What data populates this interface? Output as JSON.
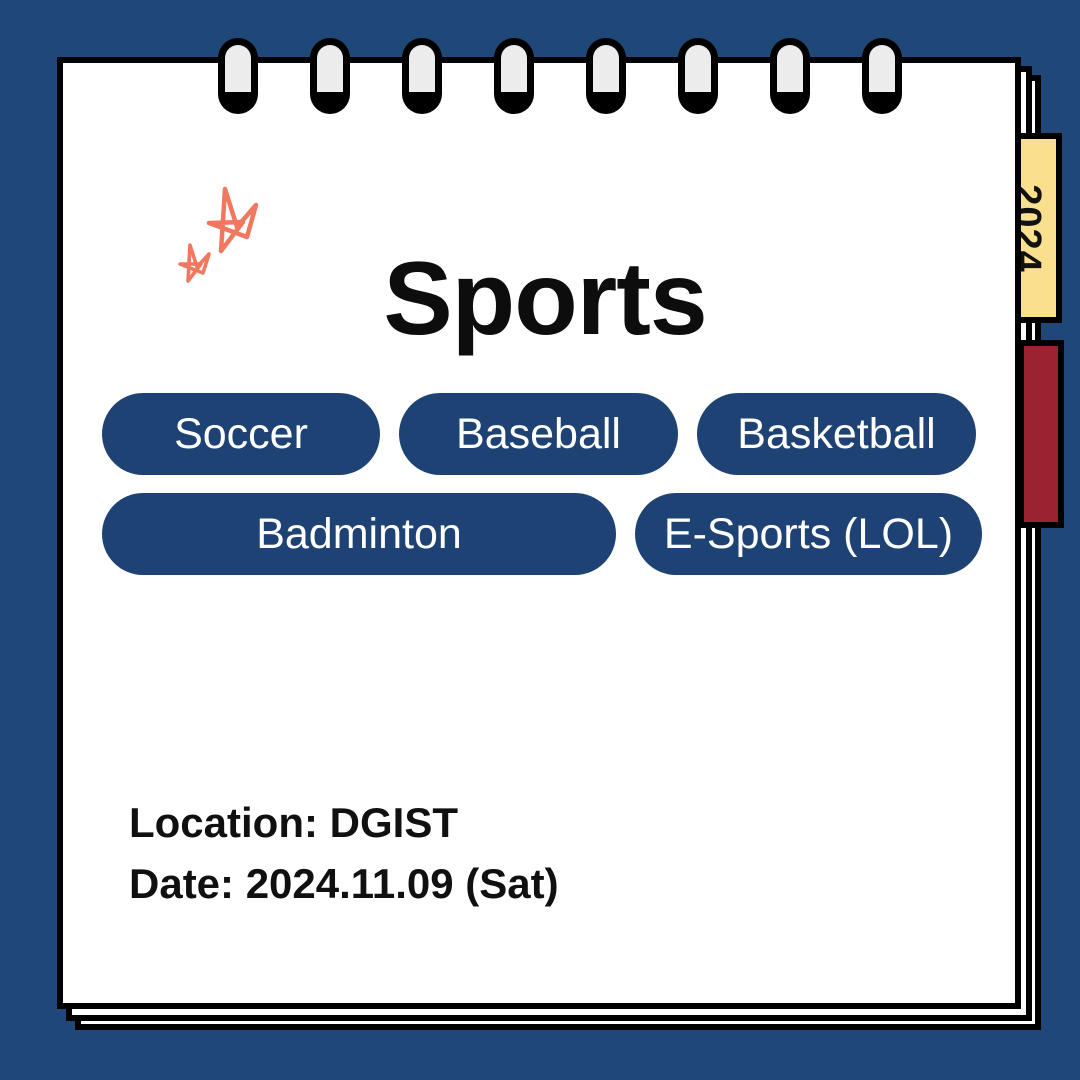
{
  "theme": {
    "background_color": "#1F4778",
    "page_color": "#FFFFFF",
    "outline_color": "#000000",
    "pill_color": "#1E4273",
    "pill_text_color": "#FFFFFF",
    "year_tab_color": "#FADF8E",
    "red_tab_color": "#99232F",
    "star_color": "#F0785E",
    "ring_color": "#ECECEC"
  },
  "notebook": {
    "title": "Sports",
    "ring_count": 8,
    "side_tabs": {
      "year_label": "2024",
      "red_tab_label": ""
    }
  },
  "sports": {
    "row1": [
      {
        "label": "Soccer"
      },
      {
        "label": "Baseball"
      },
      {
        "label": "Basketball"
      }
    ],
    "row2": [
      {
        "label": "Badminton"
      },
      {
        "label": "E-Sports (LOL)"
      }
    ]
  },
  "info": {
    "location_line": "Location: DGIST",
    "date_line": "Date: 2024.11.09 (Sat)"
  },
  "decorations": {
    "star_large": "star-icon",
    "star_small": "star-icon"
  }
}
